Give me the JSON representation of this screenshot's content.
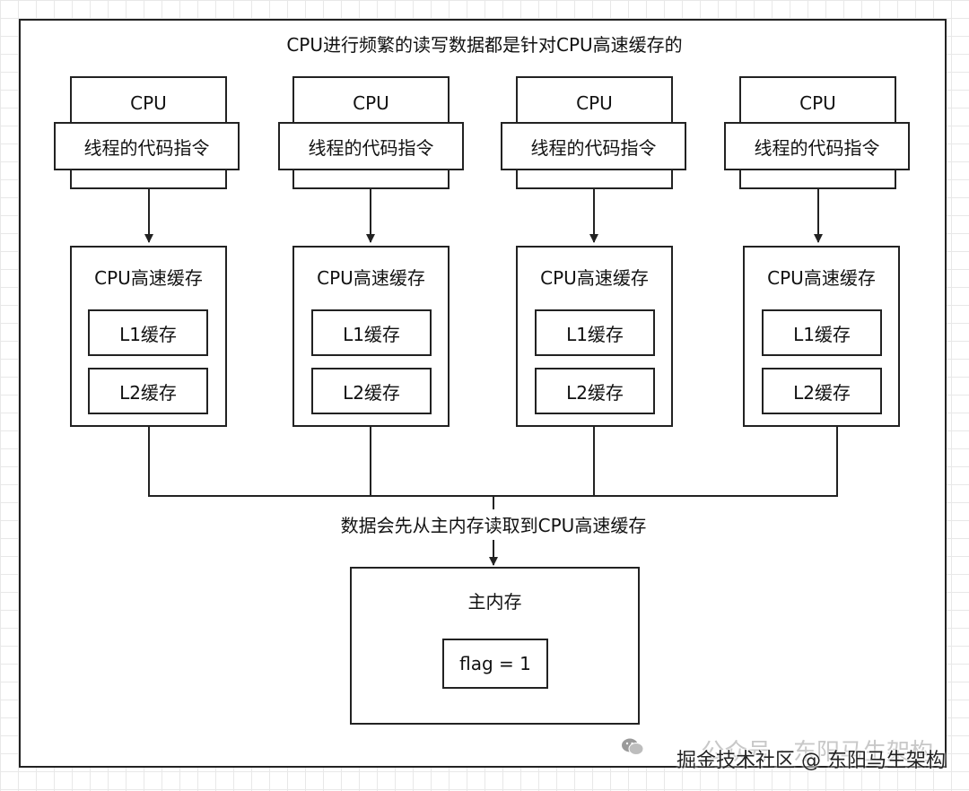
{
  "header": "CPU进行频繁的读写数据都是针对CPU高速缓存的",
  "cpus": [
    {
      "title": "CPU",
      "instr": "线程的代码指令",
      "cache_title": "CPU高速缓存",
      "l1": "L1缓存",
      "l2": "L2缓存"
    },
    {
      "title": "CPU",
      "instr": "线程的代码指令",
      "cache_title": "CPU高速缓存",
      "l1": "L1缓存",
      "l2": "L2缓存"
    },
    {
      "title": "CPU",
      "instr": "线程的代码指令",
      "cache_title": "CPU高速缓存",
      "l1": "L1缓存",
      "l2": "L2缓存"
    },
    {
      "title": "CPU",
      "instr": "线程的代码指令",
      "cache_title": "CPU高速缓存",
      "l1": "L1缓存",
      "l2": "L2缓存"
    }
  ],
  "bus_label": "数据会先从主内存读取到CPU高速缓存",
  "main_memory": {
    "title": "主内存",
    "var": "flag = 1"
  },
  "watermark": {
    "back": "公众号 · 东阳马生架构",
    "front": "掘金技术社区 @ 东阳马生架构"
  }
}
